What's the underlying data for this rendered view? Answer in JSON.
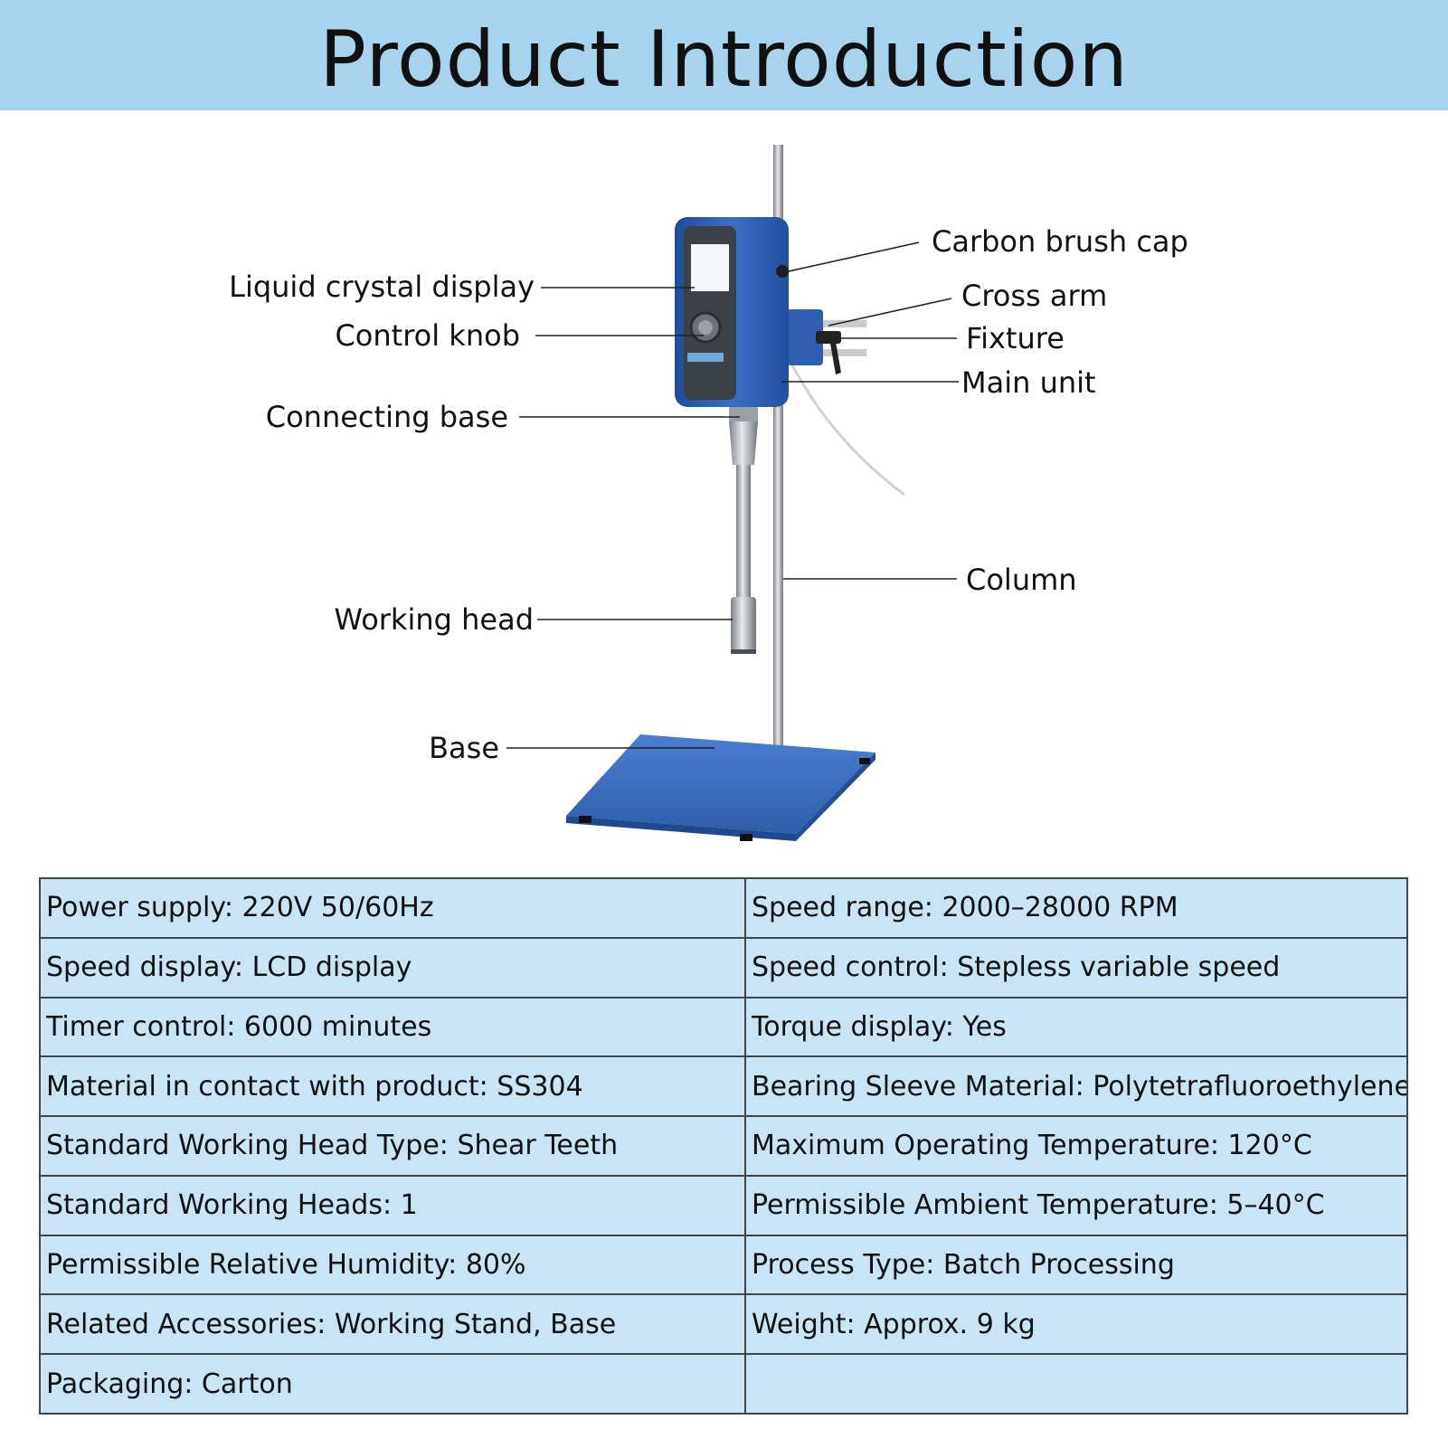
{
  "header": {
    "title": "Product Introduction"
  },
  "figure": {
    "labels": {
      "lcd": "Liquid crystal display",
      "knob": "Control knob",
      "connecting_base": "Connecting base",
      "working_head": "Working head",
      "base": "Base",
      "carbon_brush_cap": "Carbon brush cap",
      "cross_arm": "Cross arm",
      "fixture": "Fixture",
      "main_unit": "Main unit",
      "column": "Column"
    },
    "colors": {
      "body_blue": "#2f5fae",
      "base_blue": "#3b6fc1",
      "steel": "#b8bcc2"
    }
  },
  "specs": {
    "rows": [
      [
        "Power supply: 220V 50/60Hz",
        "Speed range: 2000–28000 RPM"
      ],
      [
        "Speed display: LCD display",
        "Speed control: Stepless variable speed"
      ],
      [
        "Timer control: 6000 minutes",
        "Torque display: Yes"
      ],
      [
        "Material in contact with product: SS304",
        "Bearing Sleeve Material: Polytetrafluoroethylene"
      ],
      [
        "Standard Working Head Type: Shear Teeth",
        "Maximum Operating Temperature: 120°C"
      ],
      [
        "Standard Working Heads: 1",
        "Permissible Ambient Temperature: 5–40°C"
      ],
      [
        "Permissible Relative Humidity: 80%",
        "Process Type: Batch Processing"
      ],
      [
        "Related Accessories: Working Stand, Base",
        "Weight: Approx. 9 kg"
      ],
      [
        "Packaging: Carton",
        ""
      ]
    ]
  }
}
